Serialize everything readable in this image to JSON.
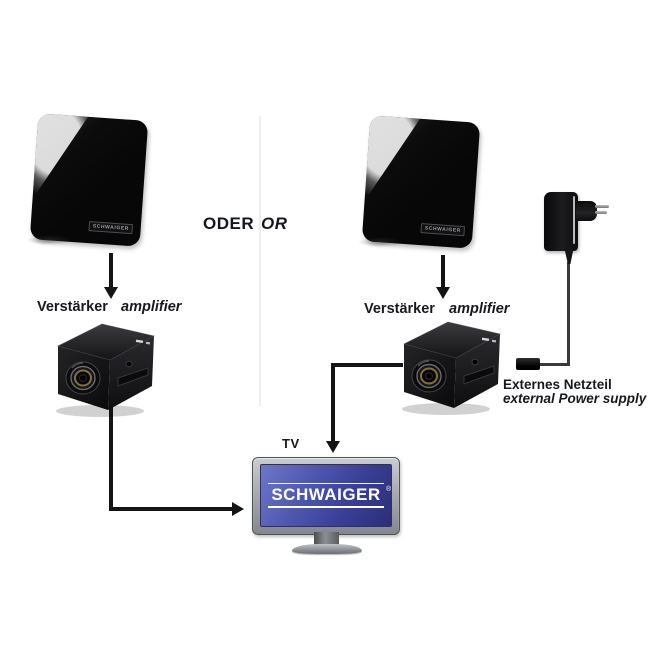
{
  "diagram": {
    "or_label_de": "ODER",
    "or_label_en": "OR",
    "antenna_brand": "SCHWAIGER",
    "left_chain": {
      "device": "flat-antenna",
      "amplifier_label_de": "Verstärker",
      "amplifier_label_en": "amplifier"
    },
    "right_chain": {
      "device": "flat-antenna",
      "amplifier_label_de": "Verstärker",
      "amplifier_label_en": "amplifier",
      "power_label_de": "Externes Netzteil",
      "power_label_en": "external Power supply"
    },
    "tv": {
      "label": "TV",
      "brand": "SCHWAIGER",
      "reg_mark": "®"
    },
    "colors": {
      "line": "#141414",
      "screen_blue_light": "#6d77c6",
      "screen_blue_dark": "#2c2f76",
      "divider": "#ededed",
      "background": "#ffffff"
    }
  }
}
